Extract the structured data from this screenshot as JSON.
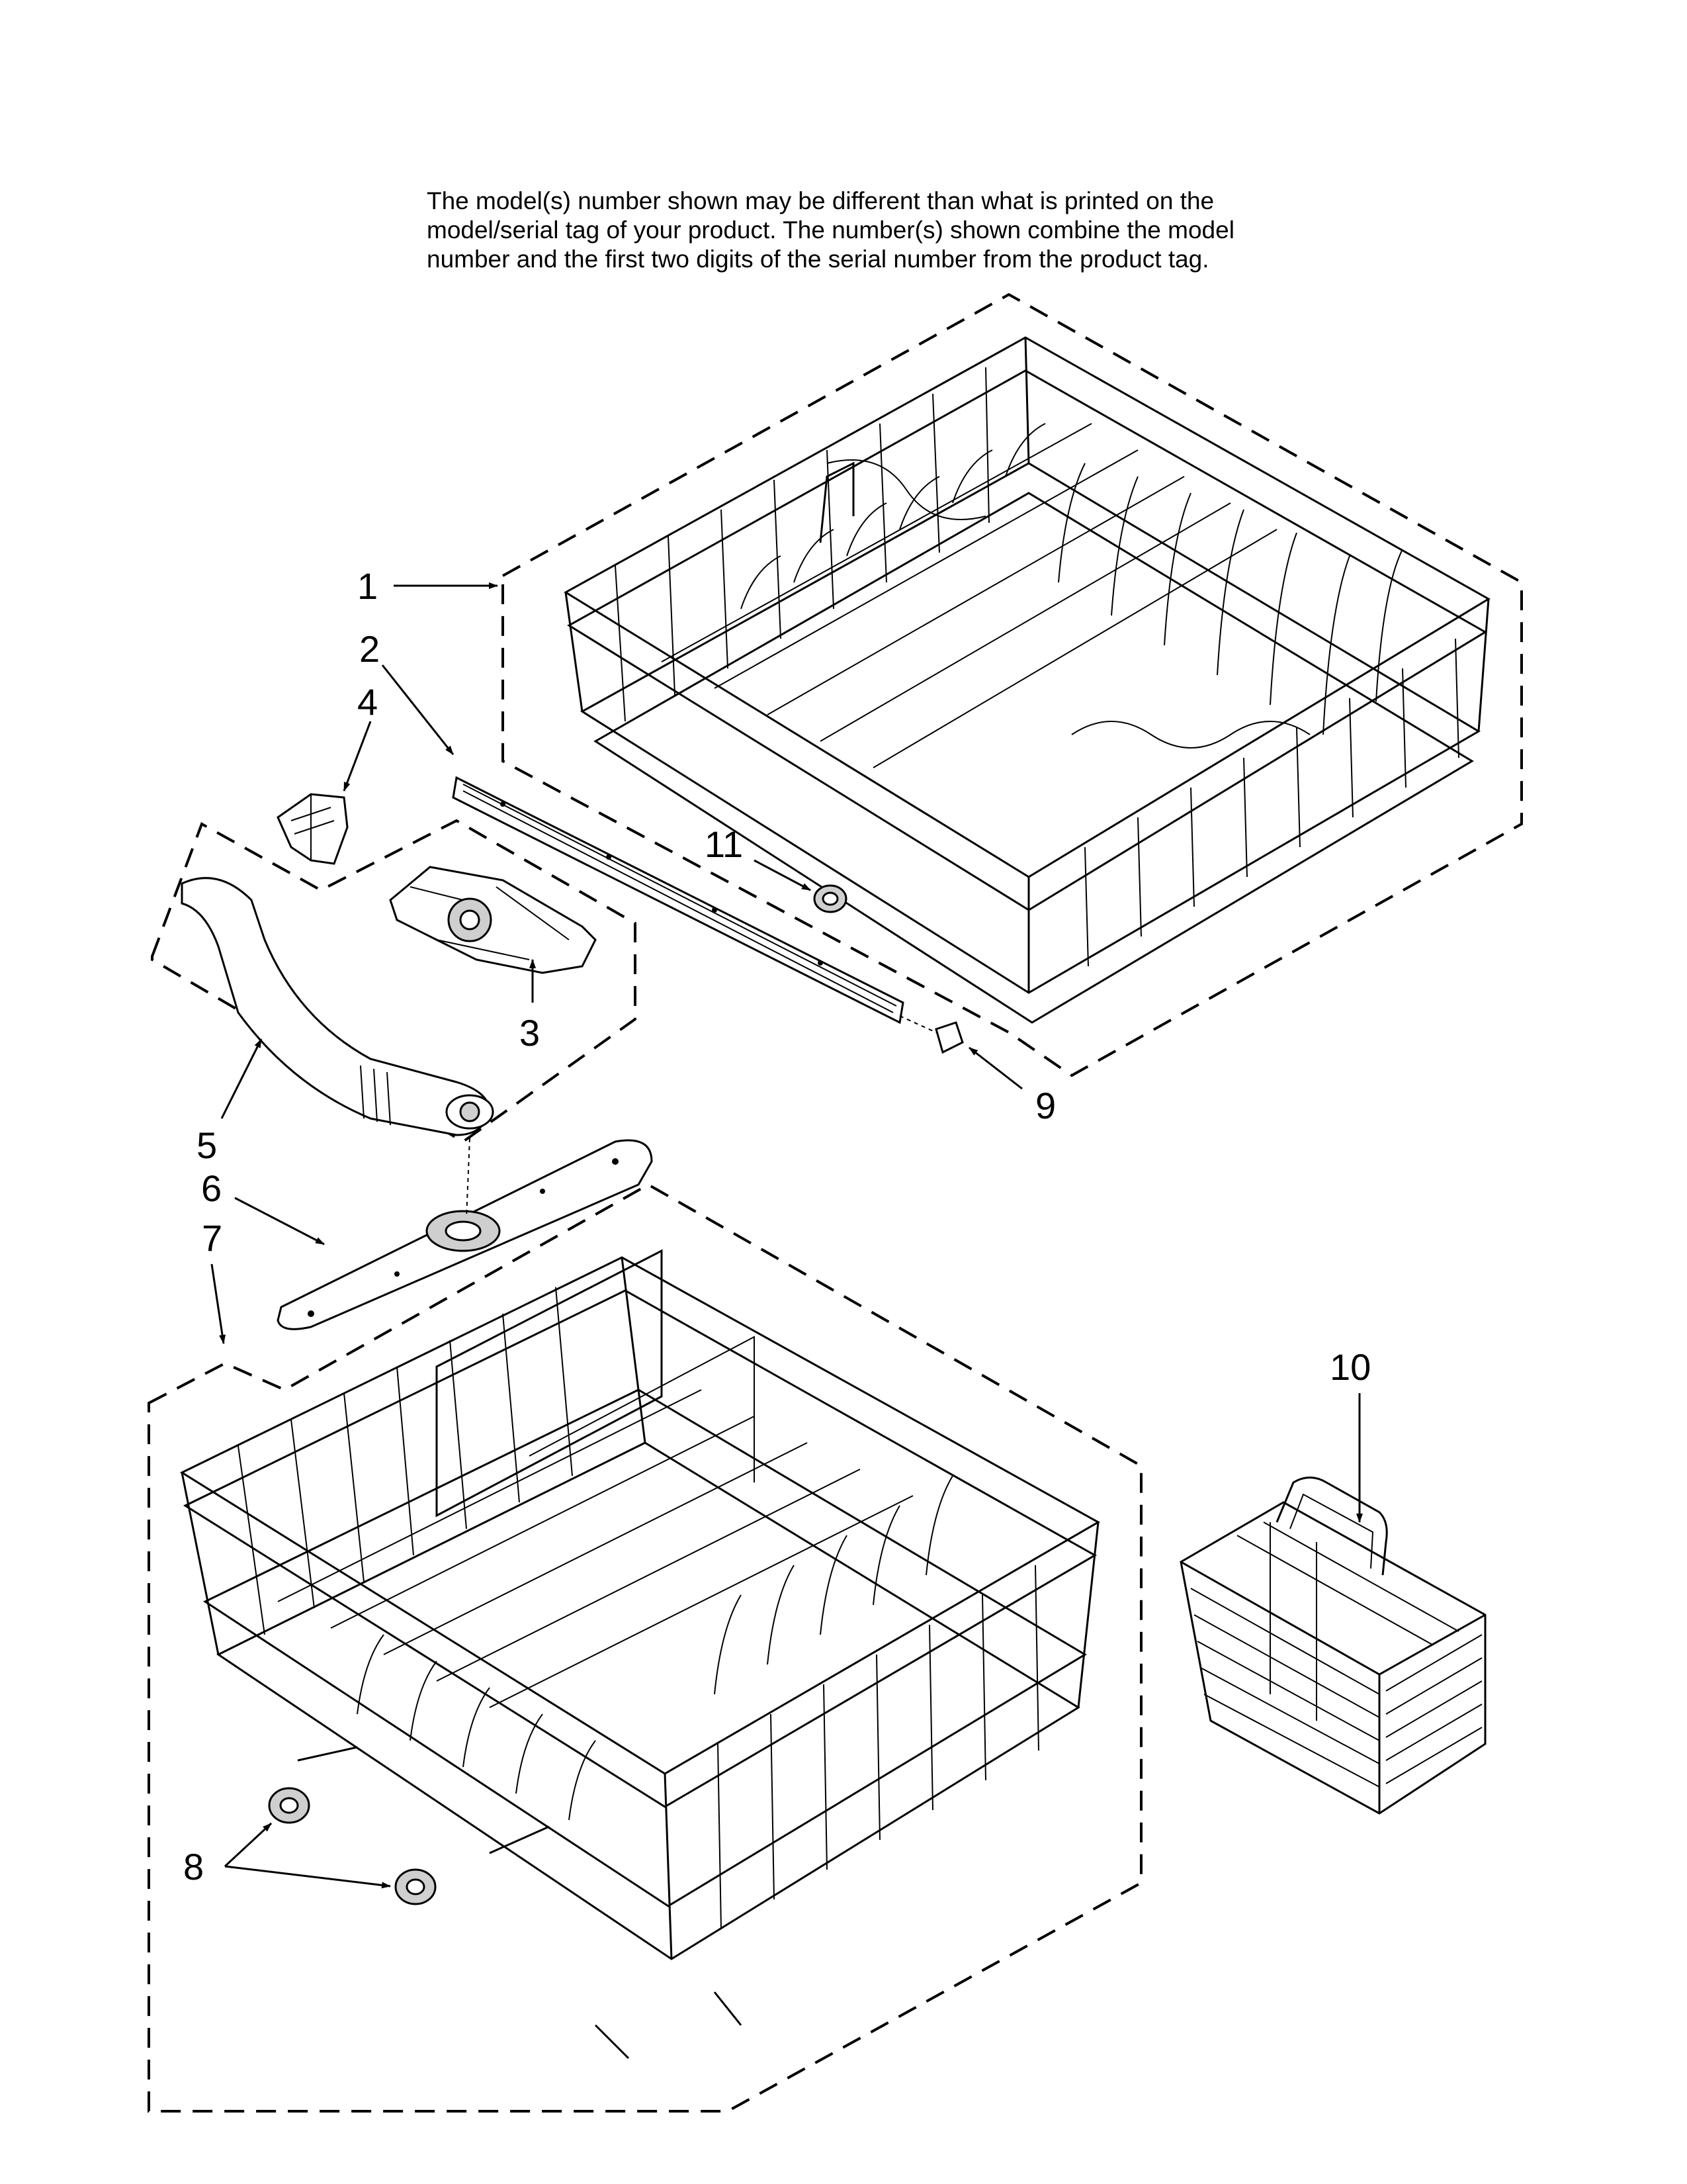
{
  "note": {
    "lines": [
      "The model(s) number shown may be different than what is printed on the",
      "model/serial tag of your product. The number(s) shown combine the model",
      "number and the first two digits of the serial number from the product tag."
    ]
  },
  "callouts": {
    "c1": "1",
    "c2": "2",
    "c3": "3",
    "c4": "4",
    "c5": "5",
    "c6": "6",
    "c7": "7",
    "c8": "8",
    "c9": "9",
    "c10": "10",
    "c11": "11"
  }
}
